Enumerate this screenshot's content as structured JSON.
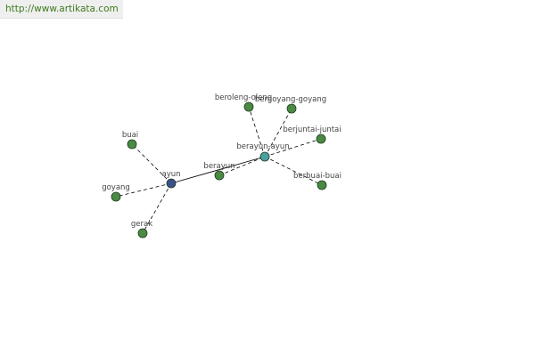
{
  "header": {
    "url": "http://www.artikata.com"
  },
  "colors": {
    "node_default": "#4a8a44",
    "node_root": "#3b4f8c",
    "node_hub": "#4aa0a0",
    "node_stroke": "#1f3a1f",
    "edge": "#000000"
  },
  "graph": {
    "nodes": [
      {
        "id": "ayun",
        "label": "ayun",
        "kind": "root"
      },
      {
        "id": "berayun",
        "label": "berayun",
        "kind": "default"
      },
      {
        "id": "berayun-ayun",
        "label": "berayun-ayun",
        "kind": "hub"
      },
      {
        "id": "buai",
        "label": "buai",
        "kind": "default"
      },
      {
        "id": "goyang",
        "label": "goyang",
        "kind": "default"
      },
      {
        "id": "gerak",
        "label": "gerak",
        "kind": "default"
      },
      {
        "id": "beroleng-oleng",
        "label": "beroleng-oleng",
        "kind": "default"
      },
      {
        "id": "bergoyang-goyang",
        "label": "bergoyang-goyang",
        "kind": "default"
      },
      {
        "id": "berjuntai-juntai",
        "label": "berjuntai-juntai",
        "kind": "default"
      },
      {
        "id": "berbuai-buai",
        "label": "berbuai-buai",
        "kind": "default"
      }
    ],
    "edges": [
      {
        "from": "ayun",
        "to": "berayun-ayun",
        "style": "solid"
      },
      {
        "from": "ayun",
        "to": "buai",
        "style": "dashed"
      },
      {
        "from": "ayun",
        "to": "goyang",
        "style": "dashed"
      },
      {
        "from": "ayun",
        "to": "gerak",
        "style": "dashed"
      },
      {
        "from": "berayun",
        "to": "berayun-ayun",
        "style": "dashed"
      },
      {
        "from": "berayun-ayun",
        "to": "beroleng-oleng",
        "style": "dashed"
      },
      {
        "from": "berayun-ayun",
        "to": "bergoyang-goyang",
        "style": "dashed"
      },
      {
        "from": "berayun-ayun",
        "to": "berjuntai-juntai",
        "style": "dashed"
      },
      {
        "from": "berayun-ayun",
        "to": "berbuai-buai",
        "style": "dashed"
      }
    ]
  }
}
